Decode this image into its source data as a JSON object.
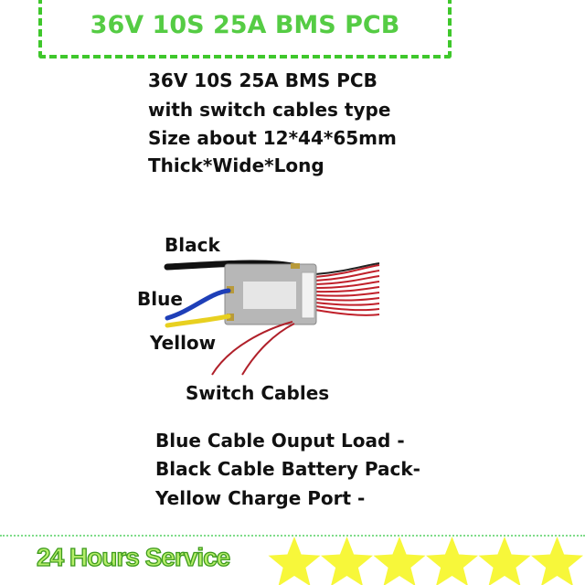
{
  "header": {
    "title": "36V 10S 25A BMS PCB",
    "accent_color": "#3fc72c"
  },
  "specs": [
    "36V 10S 25A BMS PCB",
    "with switch cables type",
    "Size about 12*44*65mm",
    "Thick*Wide*Long"
  ],
  "diagram_labels": {
    "black": "Black",
    "blue": "Blue",
    "yellow": "Yellow",
    "switch": "Switch Cables"
  },
  "notes": [
    "Blue Cable Ouput Load -",
    "Black Cable Battery Pack-",
    "Yellow Charge Port -"
  ],
  "footer": {
    "service": "24 Hours Service",
    "star_count": 6,
    "star_color": "#f7f73a"
  }
}
